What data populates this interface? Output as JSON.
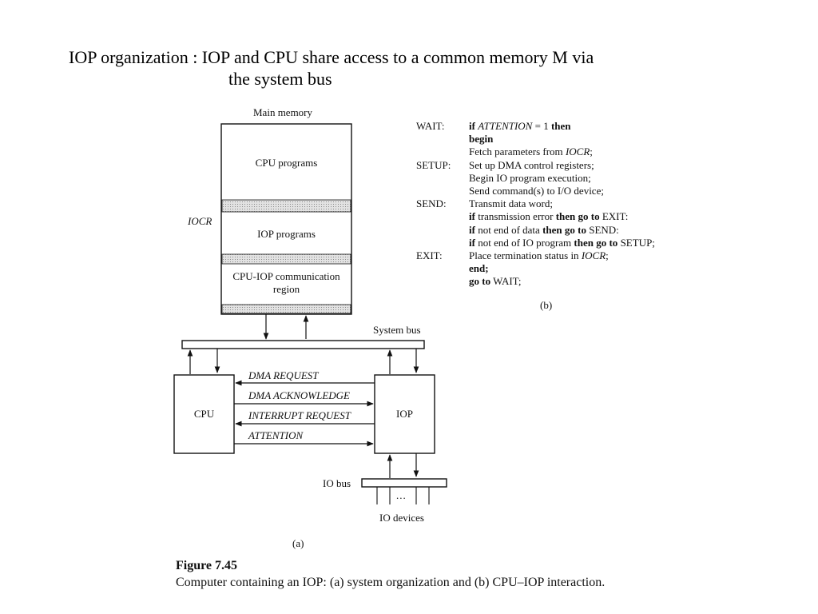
{
  "slide": {
    "title_line1": "IOP organization : IOP and CPU share access to a common memory M via",
    "title_line2": "the system bus"
  },
  "memory": {
    "heading": "Main memory",
    "region_cpu_programs": "CPU programs",
    "region_iop_programs": "IOP programs",
    "region_comm_line1": "CPU-IOP communication",
    "region_comm_line2": "region",
    "iocr_label": "IOCR"
  },
  "buses": {
    "system_bus": "System bus",
    "io_bus": "IO bus",
    "io_devices": "IO devices",
    "ellipsis": "..."
  },
  "units": {
    "cpu": "CPU",
    "iop": "IOP"
  },
  "signals": {
    "dma_request": "DMA REQUEST",
    "dma_acknowledge": "DMA ACKNOWLEDGE",
    "interrupt_request": "INTERRUPT REQUEST",
    "attention": "ATTENTION"
  },
  "program": {
    "wait_label": "WAIT:",
    "wait_if": "if",
    "wait_attention": "ATTENTION",
    "wait_cond": " = 1 ",
    "wait_then": "then",
    "begin": "begin",
    "fetch_text": "Fetch parameters from ",
    "fetch_iocr": "IOCR",
    "fetch_end": ";",
    "setup_label": "SETUP:",
    "setup_text": "Set up DMA control registers;",
    "begin_io": "Begin IO program execution;",
    "send_cmd": "Send command(s) to I/O device;",
    "send_label": "SEND:",
    "transmit": "Transmit data word;",
    "if1_if": "if",
    "if1_text": " transmission error ",
    "if1_then": "then go to",
    "if1_target": " EXIT:",
    "if2_if": "if",
    "if2_text": " not end of data ",
    "if2_then": "then go to",
    "if2_target": " SEND:",
    "if3_if": "if",
    "if3_text": " not end of IO program ",
    "if3_then": "then go to",
    "if3_target": " SETUP;",
    "exit_label": "EXIT:",
    "place_text": "Place termination status in ",
    "place_iocr": "IOCR",
    "place_end": ";",
    "end": "end;",
    "goto_kw": "go to",
    "goto_target": " WAIT;"
  },
  "captions": {
    "part_b": "(b)",
    "part_a": "(a)",
    "figure_number": "Figure 7.45",
    "figure_text": "Computer containing an IOP: (a) system organization and (b) CPU–IOP interaction."
  }
}
